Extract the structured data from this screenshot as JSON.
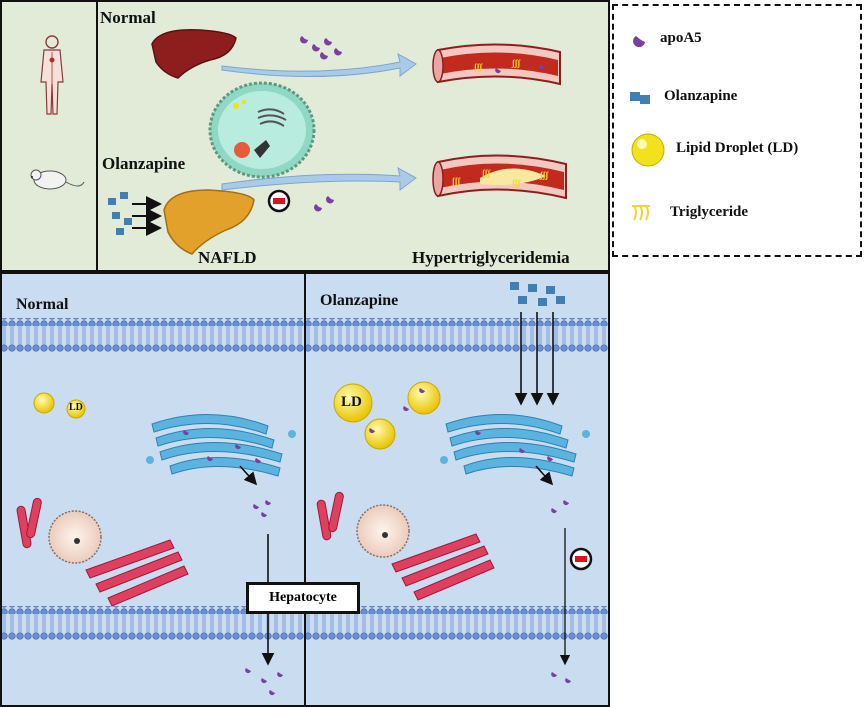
{
  "top_panel": {
    "normal_label": "Normal",
    "olanzapine_label": "Olanzapine",
    "nafld_label": "NAFLD",
    "hypertriglyceridemia_label": "Hypertriglyceridemia"
  },
  "bottom_panel": {
    "normal_label": "Normal",
    "olanzapine_label": "Olanzapine",
    "ld_label_left": "LD",
    "ld_label_right": "LD",
    "hepatocyte_label": "Hepatocyte"
  },
  "legend": {
    "items": [
      {
        "icon": "apoa5-icon",
        "label": "apoA5",
        "color": "#7b3fa0"
      },
      {
        "icon": "olanzapine-icon",
        "label": "Olanzapine",
        "color": "#3f7fb4"
      },
      {
        "icon": "lipid-droplet-icon",
        "label": "Lipid Droplet (LD)",
        "color": "#f2e21e"
      },
      {
        "icon": "triglyceride-icon",
        "label": "Triglyceride",
        "color": "#f4d23a"
      }
    ]
  },
  "colors": {
    "top_background": "#e2ead8",
    "cell_background": "#c9dcf0",
    "membrane": "#6a8fd0",
    "golgi": "#5ab4df",
    "er": "#e0405f",
    "liver_normal": "#8e1e1e",
    "liver_nafld": "#e2a12a",
    "vessel": "#c22a1e"
  }
}
